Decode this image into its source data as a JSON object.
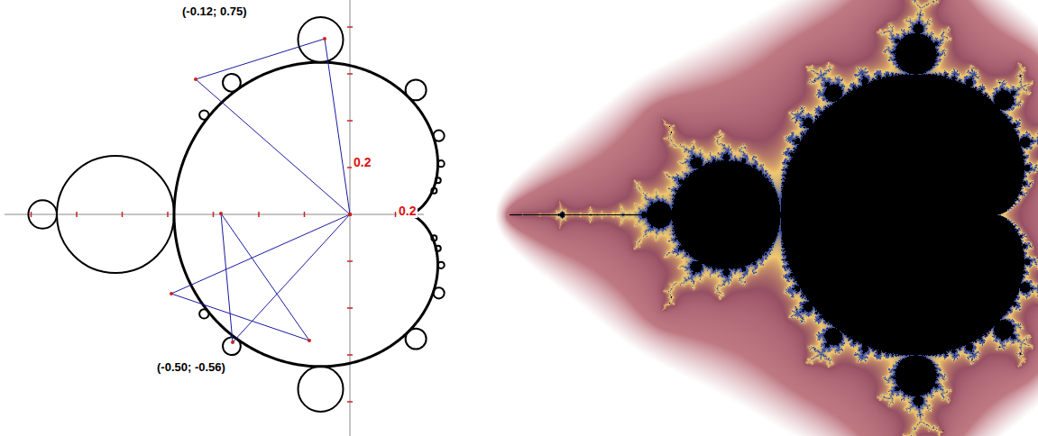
{
  "diagram": {
    "labels": [
      "(-0.12; 0.75)",
      "0.2",
      "0.2",
      "(-0.50; -0.56)"
    ]
  }
}
